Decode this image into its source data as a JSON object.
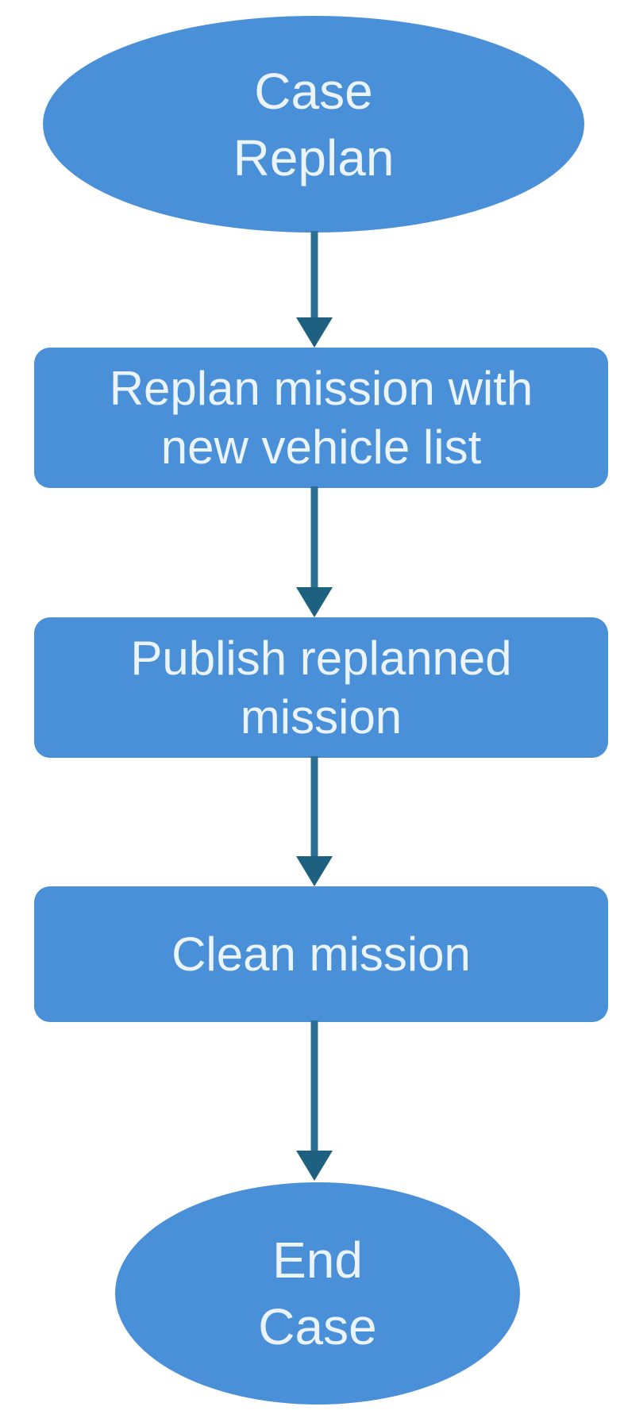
{
  "diagram": {
    "type": "flowchart",
    "direction": "top-down",
    "background": "#ffffff",
    "colors": {
      "node_fill": "#4a90d8",
      "node_text": "#ecf4fb",
      "arrow_shaft": "#2b7094",
      "arrow_head": "#1d6080"
    },
    "nodes": [
      {
        "id": "start",
        "shape": "ellipse",
        "lines": [
          "Case",
          "Replan"
        ]
      },
      {
        "id": "step1",
        "shape": "rectangle",
        "lines": [
          "Replan mission with",
          "new vehicle list"
        ]
      },
      {
        "id": "step2",
        "shape": "rectangle",
        "lines": [
          "Publish replanned",
          "mission"
        ]
      },
      {
        "id": "step3",
        "shape": "rectangle",
        "lines": [
          "Clean mission"
        ]
      },
      {
        "id": "end",
        "shape": "ellipse",
        "lines": [
          "End",
          "Case"
        ]
      }
    ],
    "edges": [
      {
        "from": "start",
        "to": "step1"
      },
      {
        "from": "step1",
        "to": "step2"
      },
      {
        "from": "step2",
        "to": "step3"
      },
      {
        "from": "step3",
        "to": "end"
      }
    ]
  }
}
